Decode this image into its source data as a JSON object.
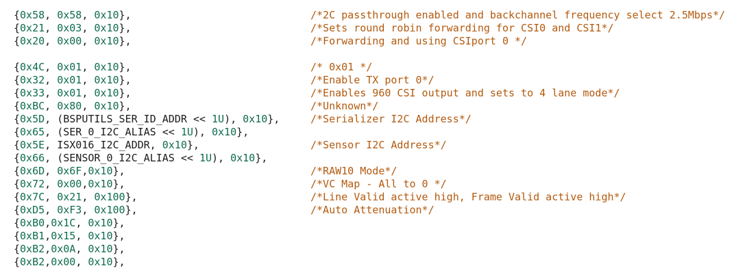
{
  "lines": [
    {
      "code": [
        [
          "{",
          "p"
        ],
        [
          "0x58",
          "n"
        ],
        [
          ", ",
          "p"
        ],
        [
          "0x58",
          "n"
        ],
        [
          ", ",
          "p"
        ],
        [
          "0x10",
          "n"
        ],
        [
          "},",
          "p"
        ]
      ],
      "comment": "/*2C passthrough enabled and backchannel frequency select 2.5Mbps*/"
    },
    {
      "code": [
        [
          "{",
          "p"
        ],
        [
          "0x21",
          "n"
        ],
        [
          ", ",
          "p"
        ],
        [
          "0x03",
          "n"
        ],
        [
          ", ",
          "p"
        ],
        [
          "0x10",
          "n"
        ],
        [
          "},",
          "p"
        ]
      ],
      "comment": "/*Sets round robin forwarding for CSI0 and CSI1*/"
    },
    {
      "code": [
        [
          "{",
          "p"
        ],
        [
          "0x20",
          "n"
        ],
        [
          ", ",
          "p"
        ],
        [
          "0x00",
          "n"
        ],
        [
          ", ",
          "p"
        ],
        [
          "0x10",
          "n"
        ],
        [
          "},",
          "p"
        ]
      ],
      "comment": "/*Forwarding and using CSIport 0 */"
    },
    {
      "code": [],
      "comment": ""
    },
    {
      "code": [
        [
          "{",
          "p"
        ],
        [
          "0x4C",
          "n"
        ],
        [
          ", ",
          "p"
        ],
        [
          "0x01",
          "n"
        ],
        [
          ", ",
          "p"
        ],
        [
          "0x10",
          "n"
        ],
        [
          "},",
          "p"
        ]
      ],
      "comment": "/* 0x01 */"
    },
    {
      "code": [
        [
          "{",
          "p"
        ],
        [
          "0x32",
          "n"
        ],
        [
          ", ",
          "p"
        ],
        [
          "0x01",
          "n"
        ],
        [
          ", ",
          "p"
        ],
        [
          "0x10",
          "n"
        ],
        [
          "},",
          "p"
        ]
      ],
      "comment": "/*Enable TX port 0*/"
    },
    {
      "code": [
        [
          "{",
          "p"
        ],
        [
          "0x33",
          "n"
        ],
        [
          ", ",
          "p"
        ],
        [
          "0x01",
          "n"
        ],
        [
          ", ",
          "p"
        ],
        [
          "0x10",
          "n"
        ],
        [
          "},",
          "p"
        ]
      ],
      "comment": "/*Enables 960 CSI output and sets to 4 lane mode*/"
    },
    {
      "code": [
        [
          "{",
          "p"
        ],
        [
          "0xBC",
          "n"
        ],
        [
          ", ",
          "p"
        ],
        [
          "0x80",
          "n"
        ],
        [
          ", ",
          "p"
        ],
        [
          "0x10",
          "n"
        ],
        [
          "},",
          "p"
        ]
      ],
      "comment": "/*Unknown*/"
    },
    {
      "code": [
        [
          "{",
          "p"
        ],
        [
          "0x5D",
          "n"
        ],
        [
          ", (BSPUTILS_SER_ID_ADDR << ",
          "p"
        ],
        [
          "1U",
          "n"
        ],
        [
          "), ",
          "p"
        ],
        [
          "0x10",
          "n"
        ],
        [
          "},",
          "p"
        ]
      ],
      "comment": "/*Serializer I2C Address*/"
    },
    {
      "code": [
        [
          "{",
          "p"
        ],
        [
          "0x65",
          "n"
        ],
        [
          ", (SER_0_I2C_ALIAS << ",
          "p"
        ],
        [
          "1U",
          "n"
        ],
        [
          "), ",
          "p"
        ],
        [
          "0x10",
          "n"
        ],
        [
          "},",
          "p"
        ]
      ],
      "comment": ""
    },
    {
      "code": [
        [
          "{",
          "p"
        ],
        [
          "0x5E",
          "n"
        ],
        [
          ", ISX016_I2C_ADDR, ",
          "p"
        ],
        [
          "0x10",
          "n"
        ],
        [
          "},",
          "p"
        ]
      ],
      "comment": "/*Sensor I2C Address*/"
    },
    {
      "code": [
        [
          "{",
          "p"
        ],
        [
          "0x66",
          "n"
        ],
        [
          ", (SENSOR_0_I2C_ALIAS << ",
          "p"
        ],
        [
          "1U",
          "n"
        ],
        [
          "), ",
          "p"
        ],
        [
          "0x10",
          "n"
        ],
        [
          "},",
          "p"
        ]
      ],
      "comment": ""
    },
    {
      "code": [
        [
          "{",
          "p"
        ],
        [
          "0x6D",
          "n"
        ],
        [
          ", ",
          "p"
        ],
        [
          "0x6F",
          "n"
        ],
        [
          ",",
          "p"
        ],
        [
          "0x10",
          "n"
        ],
        [
          "},",
          "p"
        ]
      ],
      "comment": "/*RAW10 Mode*/"
    },
    {
      "code": [
        [
          "{",
          "p"
        ],
        [
          "0x72",
          "n"
        ],
        [
          ", ",
          "p"
        ],
        [
          "0x00",
          "n"
        ],
        [
          ",",
          "p"
        ],
        [
          "0x10",
          "n"
        ],
        [
          "},",
          "p"
        ]
      ],
      "comment": "/*VC Map - All to 0 */"
    },
    {
      "code": [
        [
          "{",
          "p"
        ],
        [
          "0x7C",
          "n"
        ],
        [
          ", ",
          "p"
        ],
        [
          "0x21",
          "n"
        ],
        [
          ", ",
          "p"
        ],
        [
          "0x100",
          "n"
        ],
        [
          "},",
          "p"
        ]
      ],
      "comment": "/*Line Valid active high, Frame Valid active high*/"
    },
    {
      "code": [
        [
          "{",
          "p"
        ],
        [
          "0xD5",
          "n"
        ],
        [
          ", ",
          "p"
        ],
        [
          "0xF3",
          "n"
        ],
        [
          ", ",
          "p"
        ],
        [
          "0x100",
          "n"
        ],
        [
          "},",
          "p"
        ]
      ],
      "comment": "/*Auto Attenuation*/"
    },
    {
      "code": [
        [
          "{",
          "p"
        ],
        [
          "0xB0",
          "n"
        ],
        [
          ",",
          "p"
        ],
        [
          "0x1C",
          "n"
        ],
        [
          ", ",
          "p"
        ],
        [
          "0x10",
          "n"
        ],
        [
          "},",
          "p"
        ]
      ],
      "comment": ""
    },
    {
      "code": [
        [
          "{",
          "p"
        ],
        [
          "0xB1",
          "n"
        ],
        [
          ",",
          "p"
        ],
        [
          "0x15",
          "n"
        ],
        [
          ", ",
          "p"
        ],
        [
          "0x10",
          "n"
        ],
        [
          "},",
          "p"
        ]
      ],
      "comment": ""
    },
    {
      "code": [
        [
          "{",
          "p"
        ],
        [
          "0xB2",
          "n"
        ],
        [
          ",",
          "p"
        ],
        [
          "0x0A",
          "n"
        ],
        [
          ", ",
          "p"
        ],
        [
          "0x10",
          "n"
        ],
        [
          "},",
          "p"
        ]
      ],
      "comment": ""
    },
    {
      "code": [
        [
          "{",
          "p"
        ],
        [
          "0xB2",
          "n"
        ],
        [
          ",",
          "p"
        ],
        [
          "0x00",
          "n"
        ],
        [
          ", ",
          "p"
        ],
        [
          "0x10",
          "n"
        ],
        [
          "},",
          "p"
        ]
      ],
      "comment": ""
    }
  ],
  "colors": {
    "text": "#1a1a1a",
    "number": "#0e6b4f",
    "comment": "#b35a0e",
    "background": "#ffffff"
  }
}
